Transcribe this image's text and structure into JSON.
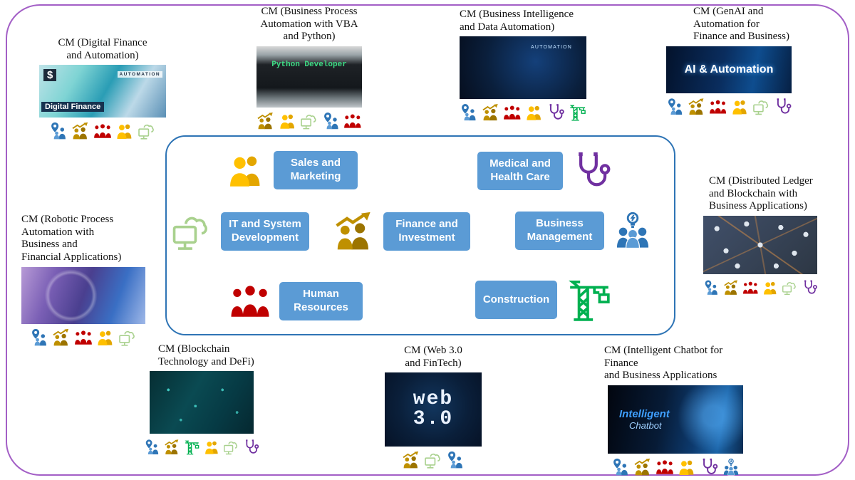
{
  "palette": {
    "outer_border": "#a35fc6",
    "panel_border": "#2e74b5",
    "domain_box": "#5b9bd5",
    "icons": {
      "blue": "#2e75b6",
      "light_blue": "#5b9bd5",
      "gold": "#bf9000",
      "dark_gold": "#9c7400",
      "red": "#c00000",
      "yellow": "#ffc000",
      "dark_yellow": "#e3a600",
      "light_green": "#a9d18e",
      "green": "#00b050",
      "purple": "#7030a0"
    }
  },
  "center": {
    "domains": [
      {
        "label": "Sales and Marketing",
        "icon": "people-yellow"
      },
      {
        "label": "Medical and Health Care",
        "icon": "stethoscope-purple"
      },
      {
        "label": "IT and System Development",
        "icon": "computer-green"
      },
      {
        "label": "Finance and Investment",
        "icon": "finance-gold"
      },
      {
        "label": "Business Management",
        "icon": "business-blue"
      },
      {
        "label": "Human Resources",
        "icon": "people-red"
      },
      {
        "label": "Construction",
        "icon": "crane-green"
      }
    ]
  },
  "modules": [
    {
      "title": "CM (Digital Finance\nand Automation)",
      "image": {
        "style": "digital-finance",
        "labels": [
          "Digital Finance",
          "AUTOMATION",
          "$"
        ]
      },
      "icons": [
        "location-blue",
        "finance-gold",
        "people-red",
        "people-yellow",
        "computer-green"
      ]
    },
    {
      "title": "CM (Business Process\nAutomation with VBA\nand Python)",
      "image": {
        "style": "python",
        "labels": [
          "Python Developer"
        ]
      },
      "icons": [
        "finance-gold",
        "people-yellow",
        "computer-green",
        "location-blue",
        "people-red"
      ]
    },
    {
      "title": "CM (Business Intelligence\nand Data Automation)",
      "image": {
        "style": "bi",
        "labels": [
          "AUTOMATION"
        ]
      },
      "icons": [
        "location-blue",
        "finance-gold",
        "people-red",
        "people-yellow",
        "stethoscope-purple",
        "crane-green"
      ]
    },
    {
      "title": "CM (GenAI and\nAutomation for\nFinance and Business)",
      "image": {
        "style": "genai",
        "labels": [
          "AI & Automation"
        ]
      },
      "icons": [
        "location-blue",
        "finance-gold",
        "people-red",
        "people-yellow",
        "computer-green",
        "stethoscope-purple"
      ]
    },
    {
      "title": "CM (Distributed Ledger\nand Blockchain with\nBusiness Applications)",
      "image": {
        "style": "ledger",
        "labels": []
      },
      "icons": [
        "location-blue",
        "finance-gold",
        "people-red",
        "people-yellow",
        "computer-green",
        "stethoscope-purple"
      ]
    },
    {
      "title": "CM (Robotic Process\nAutomation with\nBusiness and\nFinancial Applications)",
      "image": {
        "style": "rpa",
        "labels": []
      },
      "icons": [
        "location-blue",
        "finance-gold",
        "people-red",
        "people-yellow",
        "computer-green"
      ]
    },
    {
      "title": "CM (Blockchain\nTechnology and DeFi)",
      "image": {
        "style": "defi",
        "labels": []
      },
      "icons": [
        "location-blue",
        "finance-gold",
        "crane-green",
        "people-yellow",
        "computer-green",
        "stethoscope-purple"
      ]
    },
    {
      "title": "CM (Web 3.0\nand FinTech)",
      "image": {
        "style": "web3",
        "labels": [
          "web",
          "3.0"
        ]
      },
      "icons": [
        "finance-gold",
        "computer-green",
        "location-blue"
      ]
    },
    {
      "title": "CM (Intelligent Chatbot for Finance\nand Business Applications",
      "image": {
        "style": "chatbot",
        "labels": [
          "Intelligent",
          "Chatbot"
        ]
      },
      "icons": [
        "location-blue",
        "finance-gold",
        "people-red",
        "people-yellow",
        "stethoscope-purple",
        "business-blue"
      ]
    }
  ]
}
